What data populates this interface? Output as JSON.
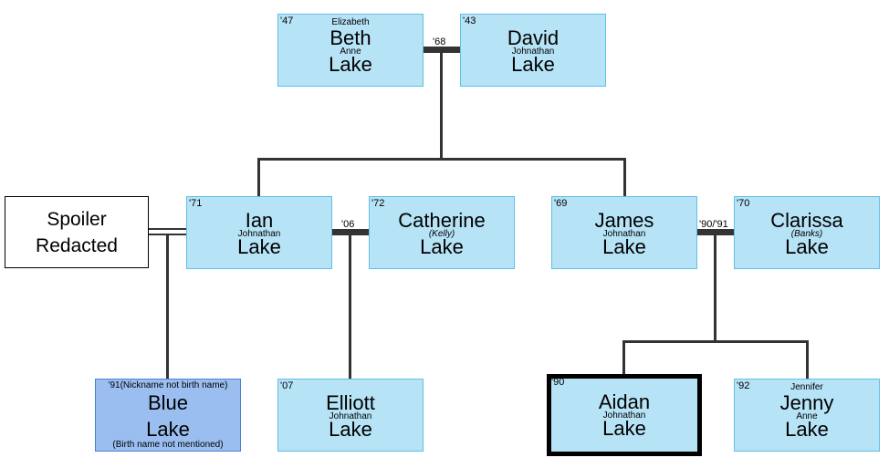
{
  "people": {
    "beth": {
      "year": "'47",
      "above": "Elizabeth",
      "first": "Beth",
      "middle": "Anne",
      "last": "Lake"
    },
    "david": {
      "year": "'43",
      "first": "David",
      "middle": "Johnathan",
      "last": "Lake"
    },
    "ian": {
      "year": "'71",
      "first": "Ian",
      "middle": "Johnathan",
      "last": "Lake"
    },
    "catherine": {
      "year": "'72",
      "first": "Catherine",
      "middle": "(Kelly)",
      "last": "Lake"
    },
    "james": {
      "year": "'69",
      "first": "James",
      "middle": "Johnathan",
      "last": "Lake"
    },
    "clarissa": {
      "year": "'70",
      "first": "Clarissa",
      "middle": "(Banks)",
      "last": "Lake"
    },
    "blue": {
      "year": "'91(Nickname not birth name)",
      "first": "Blue",
      "last": "Lake",
      "note": "(Birth name not mentioned)"
    },
    "elliott": {
      "year": "'07",
      "first": "Elliott",
      "middle": "Johnathan",
      "last": "Lake"
    },
    "aidan": {
      "year": "'90",
      "first": "Aidan",
      "middle": "Johnathan",
      "last": "Lake"
    },
    "jenny": {
      "year": "'92",
      "above": "Jennifer",
      "first": "Jenny",
      "middle": "Anne",
      "last": "Lake"
    }
  },
  "spoiler": {
    "line1": "Spoiler",
    "line2": "Redacted"
  },
  "marriages": {
    "beth_david": "'68",
    "ian_catherine": "'06",
    "james_clarissa": "'90/'91"
  },
  "colors": {
    "box_fill": "#b6e3f6",
    "box_border": "#5fbfe6",
    "blue_fill": "#9bbef0",
    "line": "#333333"
  }
}
